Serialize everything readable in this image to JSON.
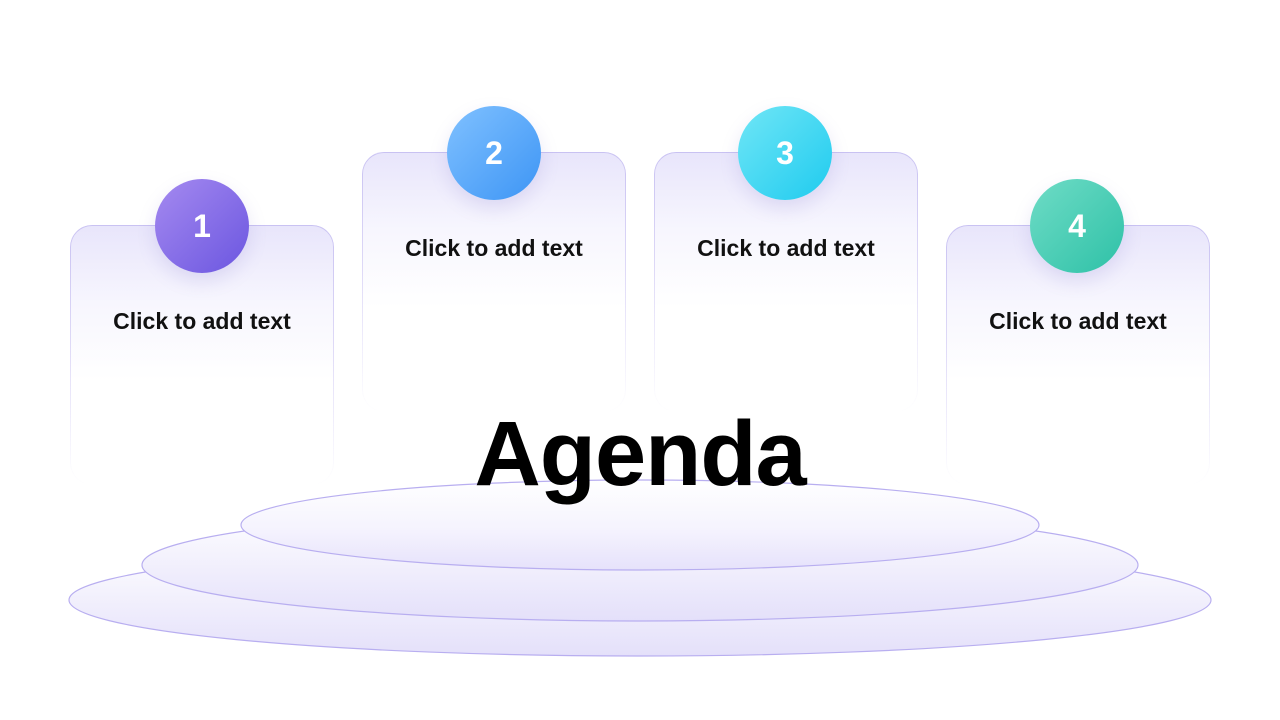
{
  "slide": {
    "title": "Agenda",
    "items": [
      {
        "number": "1",
        "text": "Click to add text"
      },
      {
        "number": "2",
        "text": "Click to add text"
      },
      {
        "number": "3",
        "text": "Click to add text"
      },
      {
        "number": "4",
        "text": "Click to add text"
      }
    ]
  },
  "colors": {
    "badge_1": "#7b63e6",
    "badge_2": "#4aa0f8",
    "badge_3": "#2ad0f0",
    "badge_4": "#3cc8ae",
    "podium_stroke": "#b8aef0",
    "podium_fill": "#ece9fc"
  }
}
